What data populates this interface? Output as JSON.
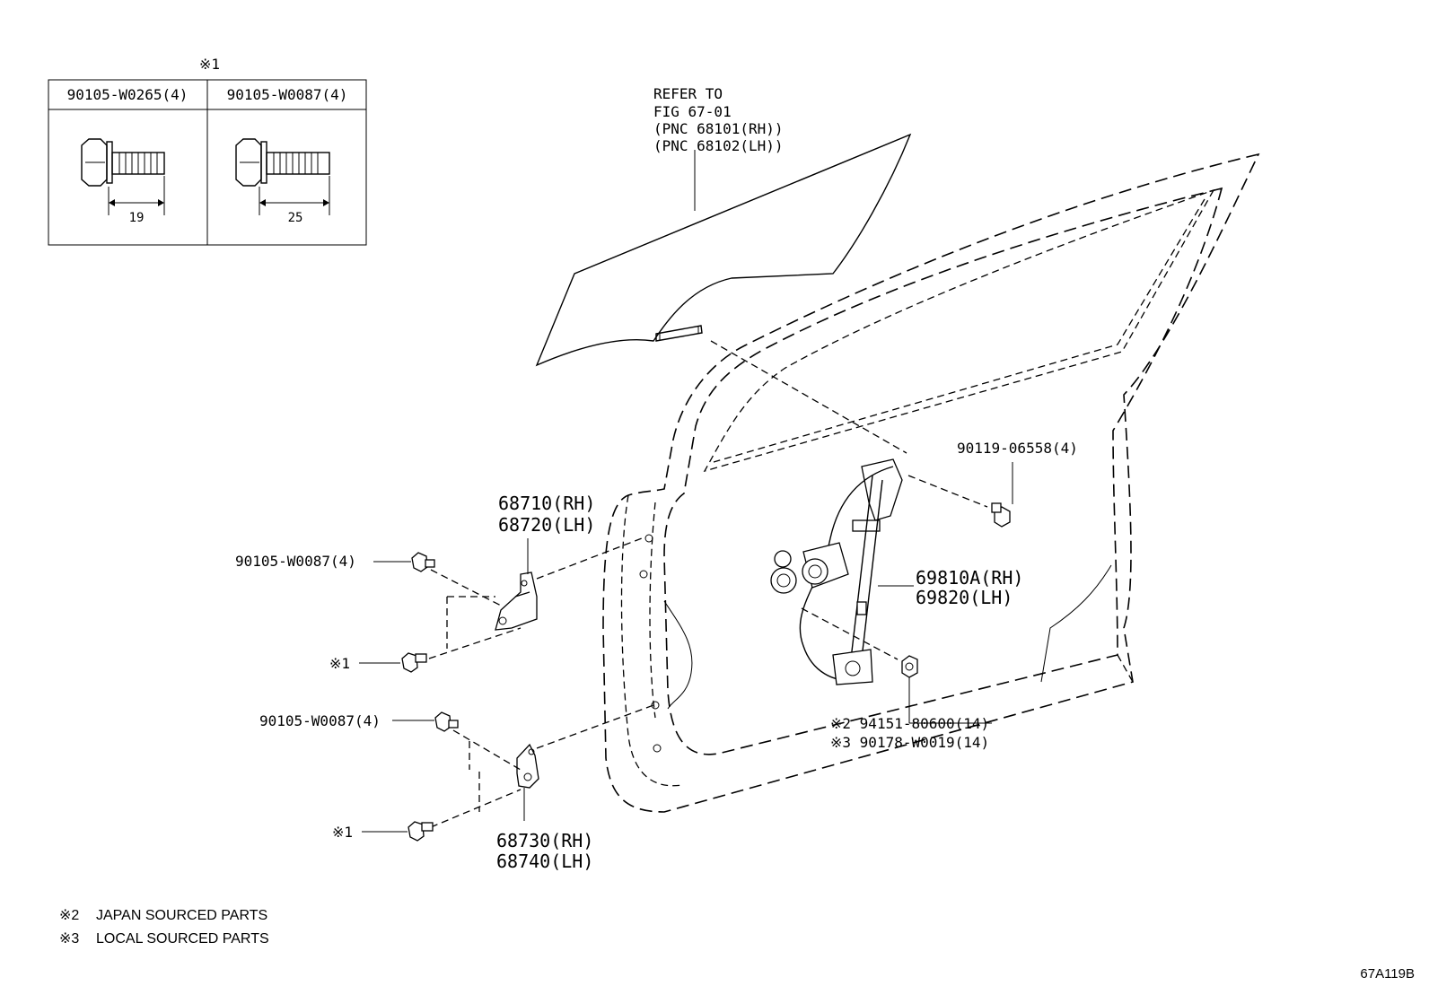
{
  "fastener_table": {
    "mark": "※1",
    "columns": [
      {
        "part_no": "90105-W0265(4)",
        "length": "19"
      },
      {
        "part_no": "90105-W0087(4)",
        "length": "25"
      }
    ]
  },
  "glass_callout": {
    "line1": "REFER TO",
    "line2": "FIG 67-01",
    "line3": "(PNC 68101(RH))",
    "line4": "(PNC 68102(LH))"
  },
  "callouts": {
    "bolt_regulator": "90119-06558(4)",
    "upper_hinge_rh": "68710(RH)",
    "upper_hinge_lh": "68720(LH)",
    "upper_hinge_bolt": "90105-W0087(4)",
    "upper_mark_bolt": "※1",
    "lower_hinge_bolt": "90105-W0087(4)",
    "lower_mark_bolt": "※1",
    "lower_hinge_rh": "68730(RH)",
    "lower_hinge_lh": "68740(LH)",
    "regulator_rh": "69810A(RH)",
    "regulator_lh": "69820(LH)",
    "nut_japan": "※2 94151-80600(14)",
    "nut_local": "※3 90178-W0019(14)"
  },
  "notes": [
    {
      "mark": "※2",
      "text": "JAPAN SOURCED PARTS"
    },
    {
      "mark": "※3",
      "text": "LOCAL SOURCED PARTS"
    }
  ],
  "figure_id": "67A119B"
}
